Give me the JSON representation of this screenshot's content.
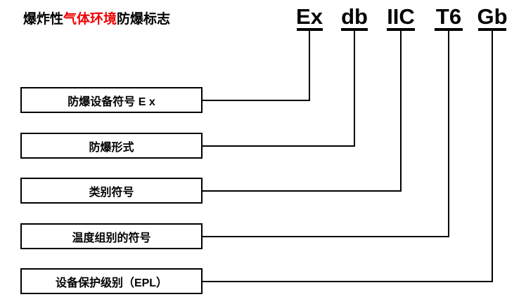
{
  "page": {
    "title_prefix": "爆炸性",
    "title_highlight": "气体环境",
    "title_suffix": "防爆标志",
    "highlight_color": "#ee0000",
    "line_color": "#000000",
    "background": "#ffffff"
  },
  "marking_code": {
    "full": "Ex db IIC T6 Gb",
    "segments": [
      {
        "text": "Ex",
        "name": "segment-ex"
      },
      {
        "text": "db",
        "name": "segment-db"
      },
      {
        "text": "IIC",
        "name": "segment-iic"
      },
      {
        "text": "T6",
        "name": "segment-t6"
      },
      {
        "text": "Gb",
        "name": "segment-gb"
      }
    ]
  },
  "labels": [
    {
      "text": "防爆设备符号 E x",
      "for_segment": "Ex"
    },
    {
      "text": "防爆形式",
      "for_segment": "db"
    },
    {
      "text": "类别符号",
      "for_segment": "IIC"
    },
    {
      "text": "温度组别的符号",
      "for_segment": "T6"
    },
    {
      "text": "设备保护级别（EPL）",
      "for_segment": "Gb"
    }
  ]
}
